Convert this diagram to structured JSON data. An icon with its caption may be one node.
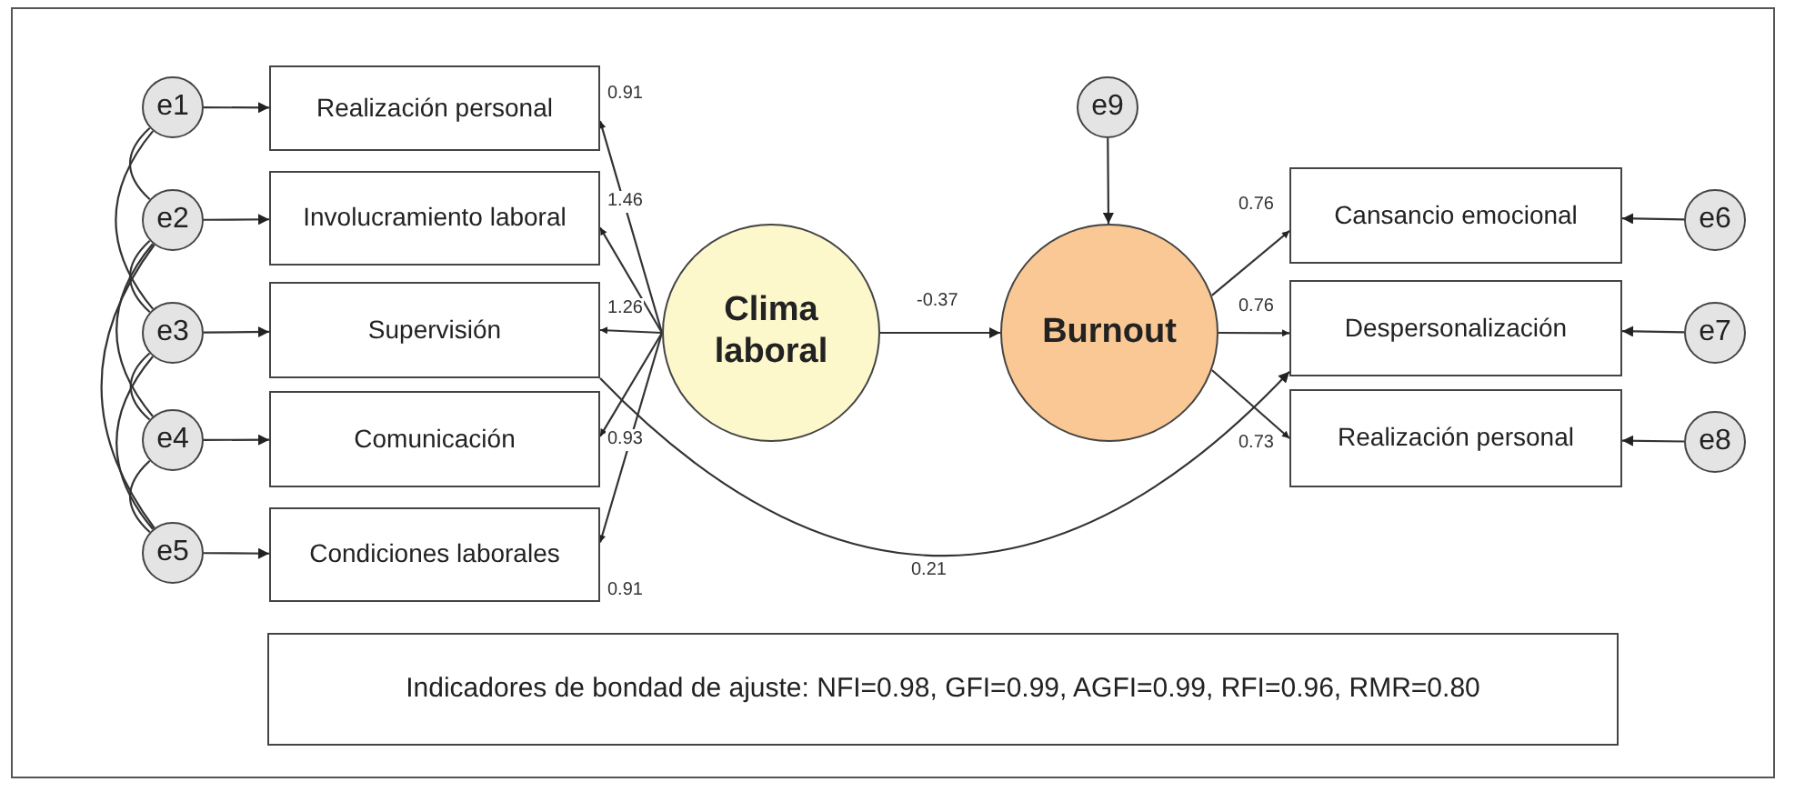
{
  "diagram": {
    "nodes": [
      {
        "text": [
          "e1"
        ]
      },
      {
        "text": [
          "e2"
        ]
      },
      {
        "text": [
          "e3"
        ]
      },
      {
        "text": [
          "e4"
        ]
      },
      {
        "text": [
          "e5"
        ]
      },
      {
        "text": [
          "Realización personal"
        ]
      },
      {
        "text": [
          "Involucramiento laboral"
        ]
      },
      {
        "text": [
          "Supervisión"
        ]
      },
      {
        "text": [
          "Comunicación"
        ]
      },
      {
        "text": [
          "Condiciones laborales"
        ]
      },
      {
        "text": [
          "Clima laboral"
        ]
      },
      {
        "text": [
          "e9"
        ]
      },
      {
        "text": [
          "Burnout"
        ]
      },
      {
        "text": [
          "Cansancio emocional"
        ]
      },
      {
        "text": [
          "Despersonalización"
        ]
      },
      {
        "text": [
          "Realización personal"
        ]
      },
      {
        "text": [
          "e6"
        ]
      },
      {
        "text": [
          "e7"
        ]
      },
      {
        "text": [
          "e8"
        ]
      },
      {
        "text": [
          "Indicadores de bondad de ajuste: NFI=0.98, GFI=0.99, AGFI=0.99, RFI=0.96, RMR=0.80"
        ]
      }
    ],
    "edges": [
      {
        "from": 0,
        "to": 5,
        "arrow": "to"
      },
      {
        "from": 1,
        "to": 6,
        "arrow": "to"
      },
      {
        "from": 2,
        "to": 7,
        "arrow": "to"
      },
      {
        "from": 3,
        "to": 8,
        "arrow": "to"
      },
      {
        "from": 4,
        "to": 9,
        "arrow": "to"
      },
      {
        "from": 10,
        "to": 5,
        "arrow": "to",
        "label": "0.91"
      },
      {
        "from": 10,
        "to": 6,
        "arrow": "to",
        "label": "1.46"
      },
      {
        "from": 10,
        "to": 7,
        "arrow": "to",
        "label": "1.26"
      },
      {
        "from": 10,
        "to": 8,
        "arrow": "to",
        "label": "0.93"
      },
      {
        "from": 10,
        "to": 9,
        "arrow": "to",
        "label": "0.91"
      },
      {
        "from": 10,
        "to": 12,
        "arrow": "to",
        "label": "-0.37"
      },
      {
        "from": 11,
        "to": 12,
        "arrow": "to"
      },
      {
        "from": 12,
        "to": 13,
        "arrow": "to",
        "label": "0.76"
      },
      {
        "from": 12,
        "to": 14,
        "arrow": "to",
        "label": "0.76"
      },
      {
        "from": 12,
        "to": 15,
        "arrow": "to",
        "label": "0.73"
      },
      {
        "from": 7,
        "to": 14,
        "arrow": "to",
        "label": "0.21"
      },
      {
        "from": 16,
        "to": 13,
        "arrow": "to"
      },
      {
        "from": 17,
        "to": 14,
        "arrow": "to"
      },
      {
        "from": 18,
        "to": 15,
        "arrow": "to"
      },
      {
        "from": 0,
        "to": 1,
        "arrow": "none"
      },
      {
        "from": 0,
        "to": 2,
        "arrow": "none"
      },
      {
        "from": 1,
        "to": 2,
        "arrow": "none"
      },
      {
        "from": 1,
        "to": 3,
        "arrow": "none"
      },
      {
        "from": 1,
        "to": 4,
        "arrow": "none"
      },
      {
        "from": 2,
        "to": 3,
        "arrow": "none"
      },
      {
        "from": 2,
        "to": 4,
        "arrow": "none"
      },
      {
        "from": 3,
        "to": 4,
        "arrow": "none"
      }
    ]
  }
}
